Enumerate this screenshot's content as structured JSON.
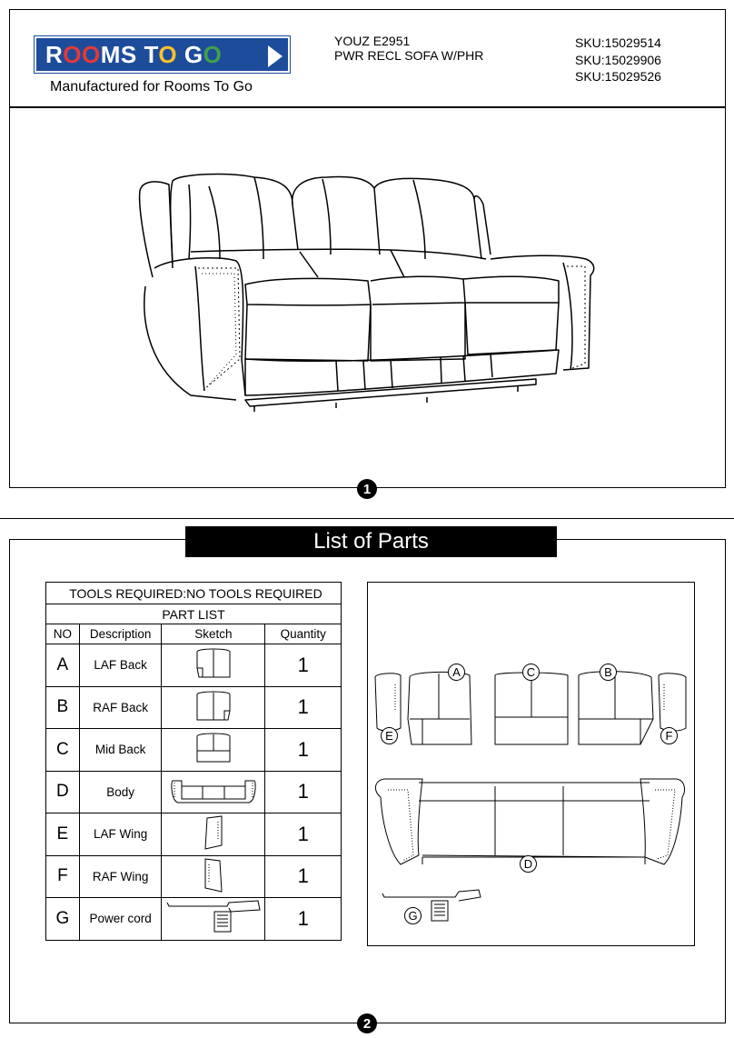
{
  "header": {
    "logo_text_parts": [
      "R",
      "OO",
      "MS T",
      "O",
      " G",
      "O"
    ],
    "manufactured": "Manufactured for Rooms To Go",
    "product_line1": "YOUZ  E2951",
    "product_line2": "PWR RECL SOFA W/PHR",
    "skus": [
      "SKU:15029514",
      "SKU:15029906",
      "SKU:15029526"
    ]
  },
  "page_numbers": [
    "1",
    "2"
  ],
  "parts_section": {
    "title": "List of Parts",
    "tools_required": "TOOLS REQUIRED:NO TOOLS REQUIRED",
    "part_list_title": "PART LIST",
    "columns": [
      "NO",
      "Description",
      "Sketch",
      "Quantity"
    ],
    "rows": [
      {
        "no": "A",
        "description": "LAF Back",
        "quantity": "1"
      },
      {
        "no": "B",
        "description": "RAF Back",
        "quantity": "1"
      },
      {
        "no": "C",
        "description": "Mid Back",
        "quantity": "1"
      },
      {
        "no": "D",
        "description": "Body",
        "quantity": "1"
      },
      {
        "no": "E",
        "description": "LAF Wing",
        "quantity": "1"
      },
      {
        "no": "F",
        "description": "RAF Wing",
        "quantity": "1"
      },
      {
        "no": "G",
        "description": "Power cord",
        "quantity": "1"
      }
    ],
    "diagram_labels": [
      "A",
      "C",
      "B",
      "E",
      "F",
      "D",
      "G"
    ]
  }
}
